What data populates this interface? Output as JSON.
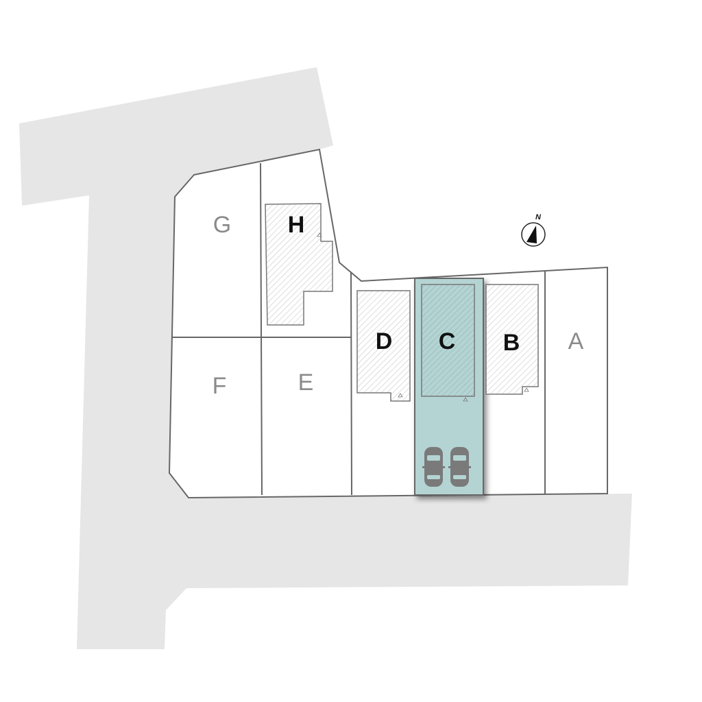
{
  "title": "Site plan",
  "colors": {
    "road": "#e6e6e6",
    "lot_line": "#666666",
    "highlight": "#b4d4d3",
    "car": "#7a7a7a"
  },
  "compass": {
    "label": "N"
  },
  "lots": {
    "A": {
      "label": "A",
      "has_house": false
    },
    "B": {
      "label": "B",
      "has_house": true
    },
    "C": {
      "label": "C",
      "has_house": true,
      "selected": true,
      "parking_spaces": 2
    },
    "D": {
      "label": "D",
      "has_house": true
    },
    "E": {
      "label": "E",
      "has_house": false
    },
    "F": {
      "label": "F",
      "has_house": false
    },
    "G": {
      "label": "G",
      "has_house": false
    },
    "H": {
      "label": "H",
      "has_house": true
    }
  }
}
